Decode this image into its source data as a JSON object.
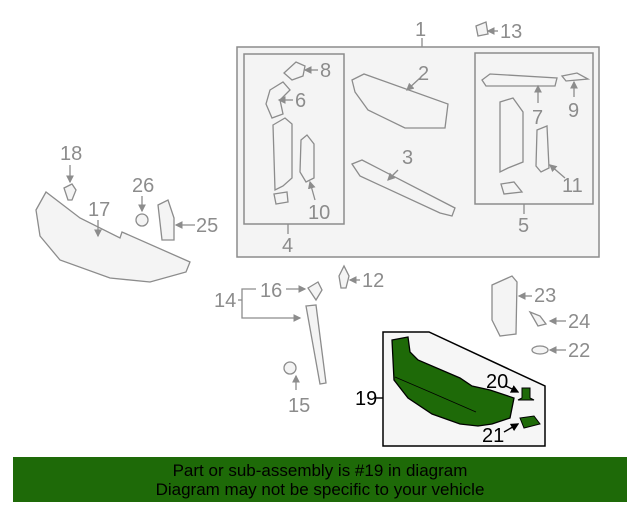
{
  "diagram": {
    "highlighted_part": "19",
    "highlight_color": "#1e6a08",
    "callouts": [
      {
        "num": "1",
        "highlighted": false
      },
      {
        "num": "2",
        "highlighted": false
      },
      {
        "num": "3",
        "highlighted": false
      },
      {
        "num": "4",
        "highlighted": false
      },
      {
        "num": "5",
        "highlighted": false
      },
      {
        "num": "6",
        "highlighted": false
      },
      {
        "num": "7",
        "highlighted": false
      },
      {
        "num": "8",
        "highlighted": false
      },
      {
        "num": "9",
        "highlighted": false
      },
      {
        "num": "10",
        "highlighted": false
      },
      {
        "num": "11",
        "highlighted": false
      },
      {
        "num": "12",
        "highlighted": false
      },
      {
        "num": "13",
        "highlighted": false
      },
      {
        "num": "14",
        "highlighted": false
      },
      {
        "num": "15",
        "highlighted": false
      },
      {
        "num": "16",
        "highlighted": false
      },
      {
        "num": "17",
        "highlighted": false
      },
      {
        "num": "18",
        "highlighted": false
      },
      {
        "num": "19",
        "highlighted": true
      },
      {
        "num": "20",
        "highlighted": true
      },
      {
        "num": "21",
        "highlighted": true
      },
      {
        "num": "22",
        "highlighted": false
      },
      {
        "num": "23",
        "highlighted": false
      },
      {
        "num": "24",
        "highlighted": false
      },
      {
        "num": "25",
        "highlighted": false
      },
      {
        "num": "26",
        "highlighted": false
      }
    ]
  },
  "banner": {
    "line1": "Part or sub-assembly is #19 in diagram",
    "line2": "Diagram may not be specific to your vehicle",
    "background_color": "#1e6a08"
  }
}
